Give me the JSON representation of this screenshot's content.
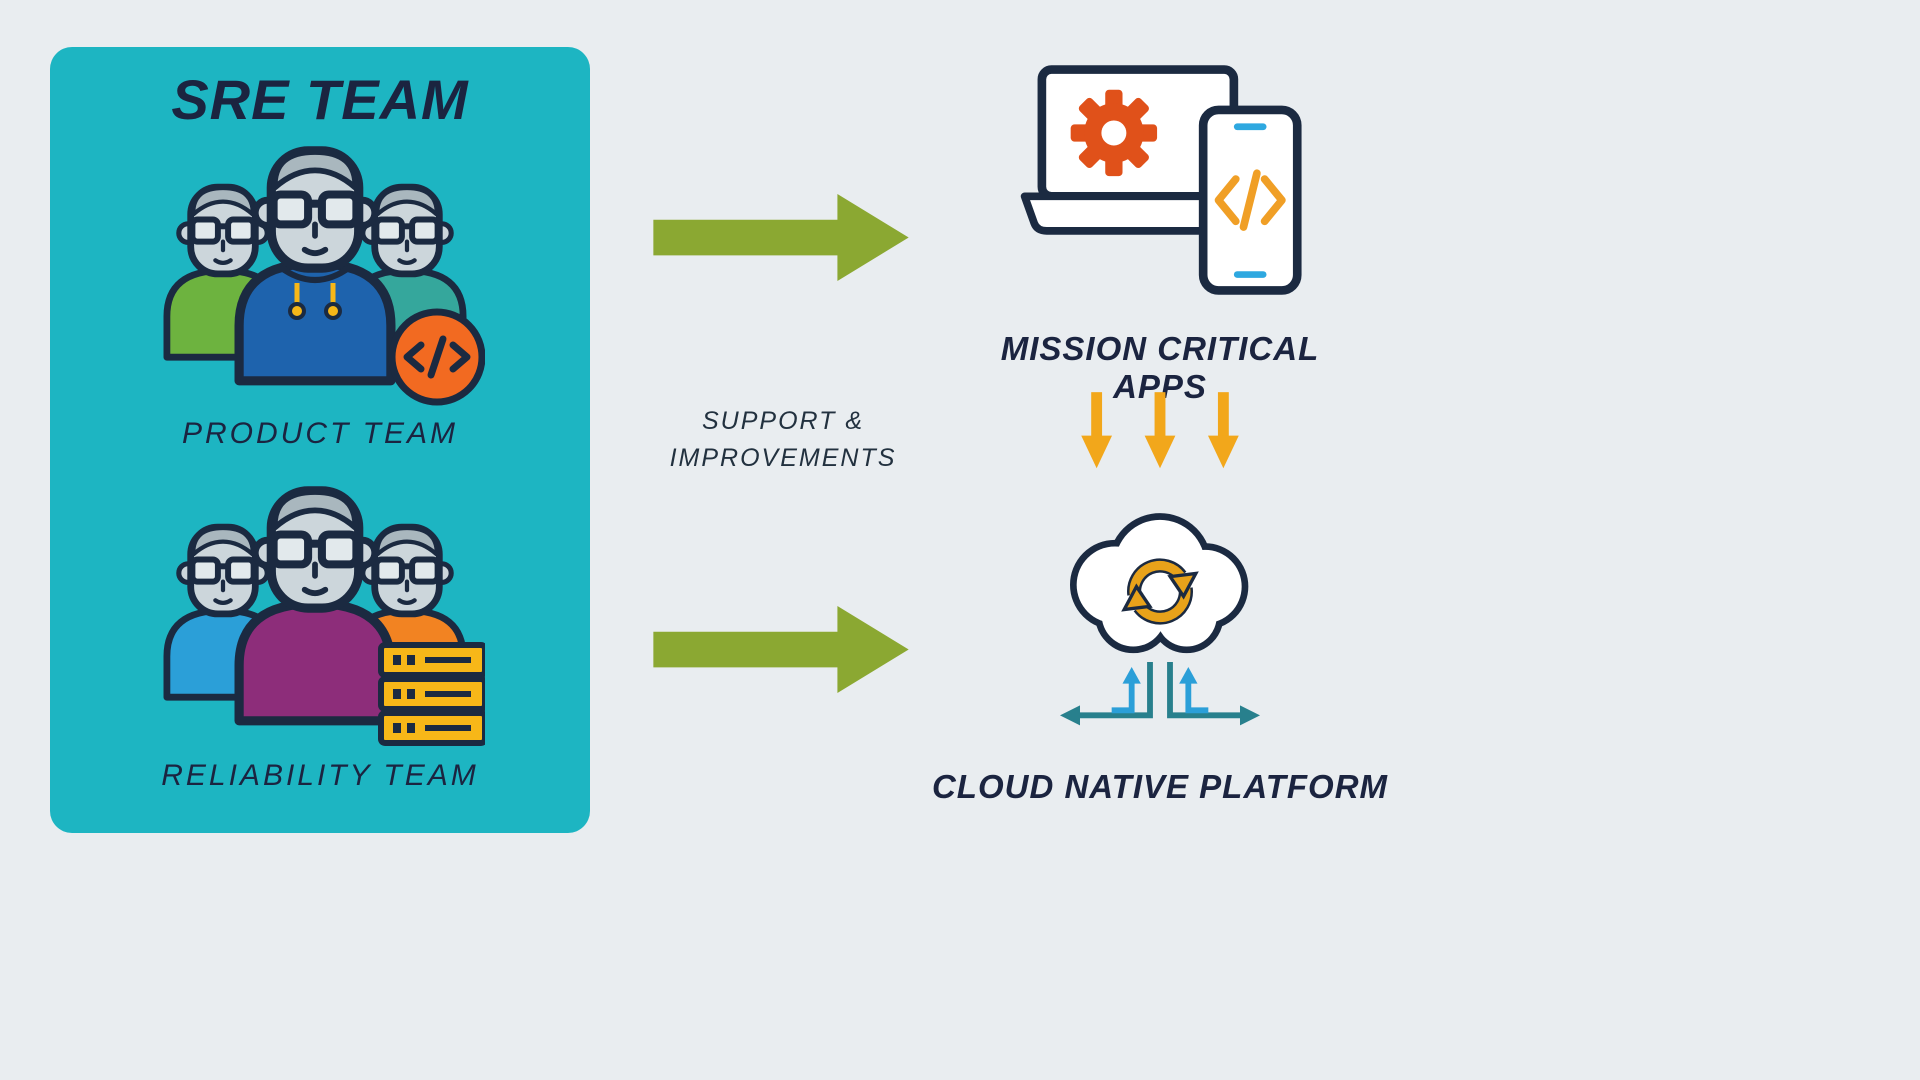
{
  "colors": {
    "background": "#e9edf0",
    "panel_teal": "#1db5c2",
    "ink_navy": "#1b2440",
    "outline_navy": "#1b2a41",
    "arrow_green": "#8ba832",
    "arrow_orange": "#f2a71b",
    "gear_red": "#e0511a",
    "code_orange": "#f09f26",
    "accent_blue": "#2b9fd8",
    "accent_teal": "#28808d",
    "server_yellow": "#f7b718",
    "badge_orange": "#f26a21",
    "sync_gold": "#e8a21a",
    "person_blue": "#1e63ad",
    "person_green": "#6db33f",
    "person_teal": "#35a79c",
    "person_purple": "#8d2d7a",
    "person_orange": "#f28322",
    "person_skyblue": "#2b9fd8"
  },
  "sre_panel": {
    "title": "SRE TEAM",
    "product_team_label": "PRODUCT TEAM",
    "reliability_team_label": "RELIABILITY TEAM"
  },
  "center": {
    "support_line1": "SUPPORT &",
    "support_line2": "IMPROVEMENTS"
  },
  "right": {
    "apps_label": "MISSION CRITICAL APPS",
    "platform_label": "CLOUD NATIVE PLATFORM"
  },
  "icons": {
    "product_team": "three-engineers-with-code-badge",
    "reliability_team": "three-engineers-with-server-stack",
    "apps": "laptop-with-gear-and-phone-with-code",
    "deploy": "three-orange-down-arrows",
    "platform": "cloud-with-sync-arrows",
    "network": "blue-and-teal-network-arrows",
    "flow": "green-right-block-arrow"
  }
}
